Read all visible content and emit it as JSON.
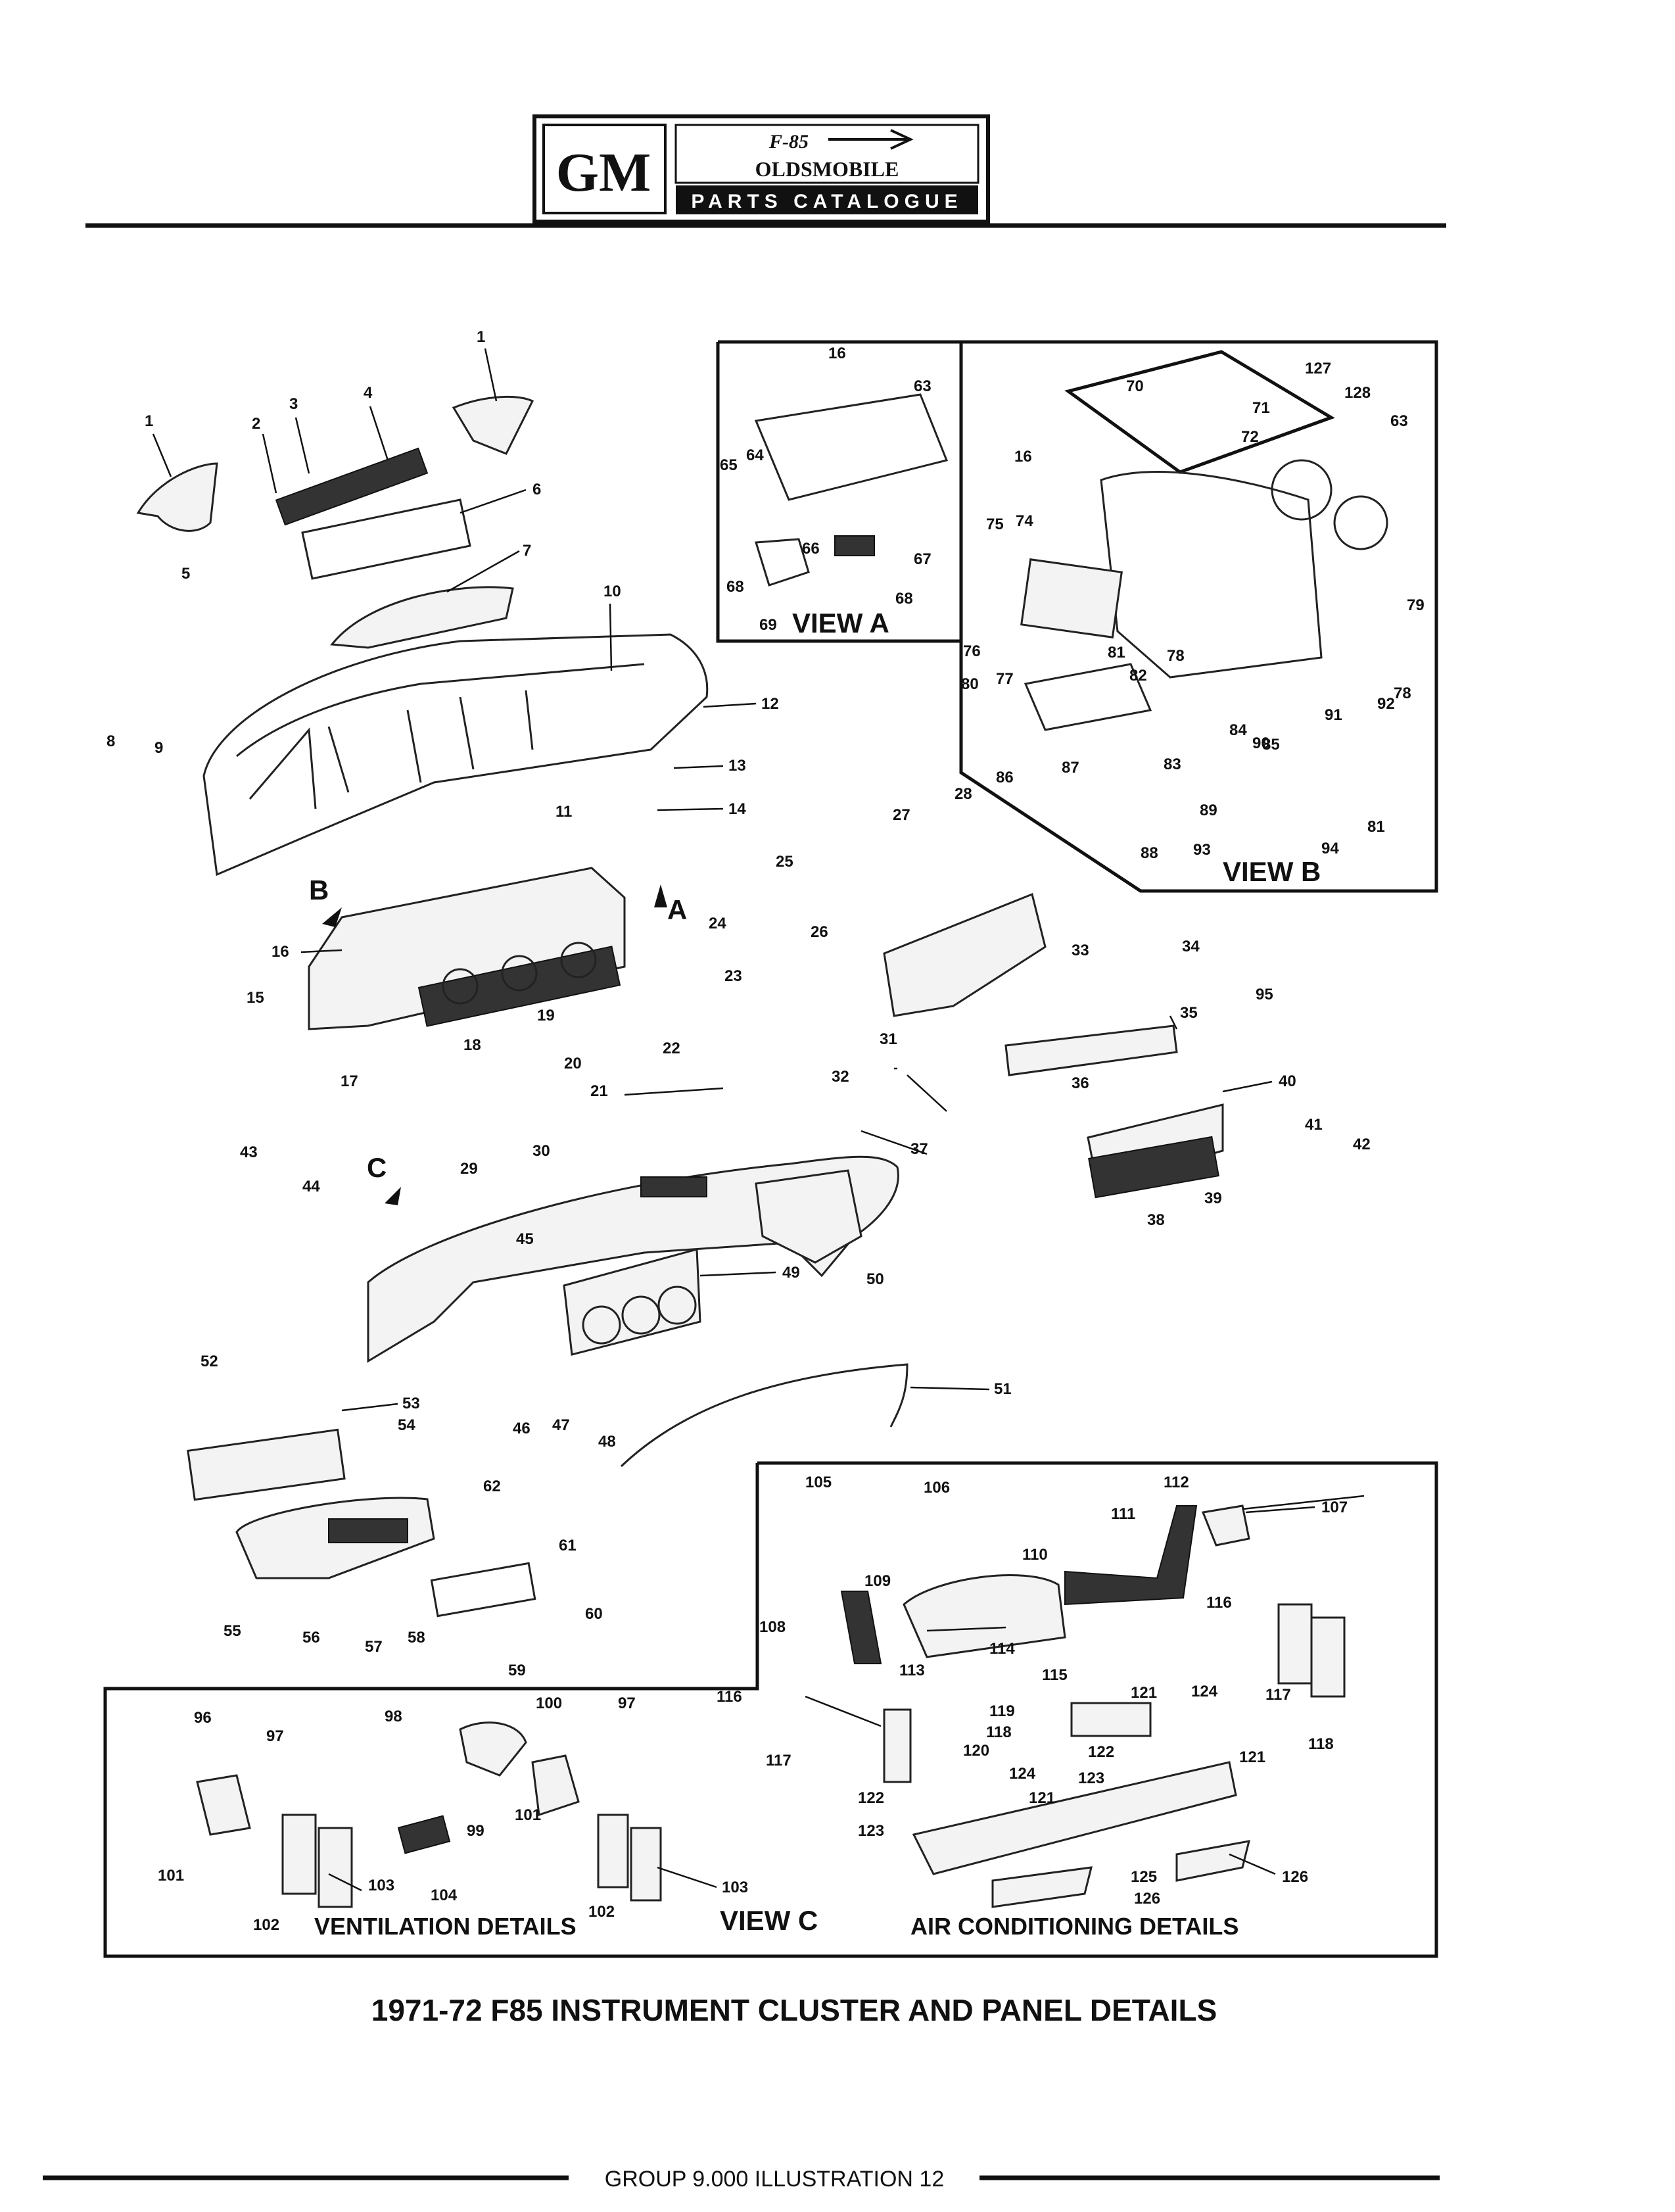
{
  "header": {
    "brand_mark": "GM",
    "model_badge": "F-85",
    "make": "OLDSMOBILE",
    "catalogue": "PARTS CATALOGUE"
  },
  "title": "1971-72 F85 INSTRUMENT CLUSTER AND PANEL DETAILS",
  "footer": "GROUP 9.000 ILLUSTRATION 12",
  "views": {
    "view_a": "VIEW A",
    "view_b": "VIEW B",
    "view_c": "VIEW C",
    "ventilation": "VENTILATION DETAILS",
    "air_conditioning": "AIR CONDITIONING DETAILS",
    "arrow_a": "A",
    "arrow_b": "B",
    "arrow_c": "C"
  },
  "callouts": {
    "main": [
      "1",
      "1",
      "2",
      "3",
      "4",
      "5",
      "6",
      "7",
      "8",
      "9",
      "10",
      "11",
      "12",
      "13",
      "14",
      "15",
      "16",
      "17",
      "18",
      "19",
      "20",
      "21",
      "22",
      "23",
      "24",
      "25",
      "26",
      "27",
      "28",
      "29",
      "30",
      "31",
      "32",
      "33",
      "34",
      "35",
      "36",
      "37",
      "38",
      "39",
      "40",
      "41",
      "42",
      "43",
      "44",
      "45",
      "46",
      "47",
      "48",
      "49",
      "50",
      "51",
      "52",
      "53",
      "54",
      "55",
      "56",
      "57",
      "58",
      "59",
      "60",
      "61",
      "62",
      "95"
    ],
    "view_a": [
      "16",
      "63",
      "64",
      "65",
      "66",
      "67",
      "68",
      "68",
      "69"
    ],
    "view_b": [
      "16",
      "70",
      "71",
      "72",
      "127",
      "128",
      "63",
      "74",
      "75",
      "76",
      "77",
      "78",
      "78",
      "79",
      "80",
      "81",
      "81",
      "82",
      "83",
      "84",
      "85",
      "86",
      "87",
      "88",
      "89",
      "90",
      "91",
      "92",
      "93",
      "94"
    ],
    "view_c": [
      "96",
      "97",
      "97",
      "98",
      "99",
      "100",
      "101",
      "101",
      "102",
      "102",
      "103",
      "103",
      "104",
      "105",
      "106",
      "107",
      "108",
      "109",
      "110",
      "111",
      "112",
      "113",
      "114",
      "115",
      "116",
      "116",
      "117",
      "117",
      "118",
      "118",
      "119",
      "120",
      "121",
      "121",
      "121",
      "122",
      "122",
      "123",
      "123",
      "124",
      "124",
      "125",
      "126",
      "126"
    ]
  }
}
